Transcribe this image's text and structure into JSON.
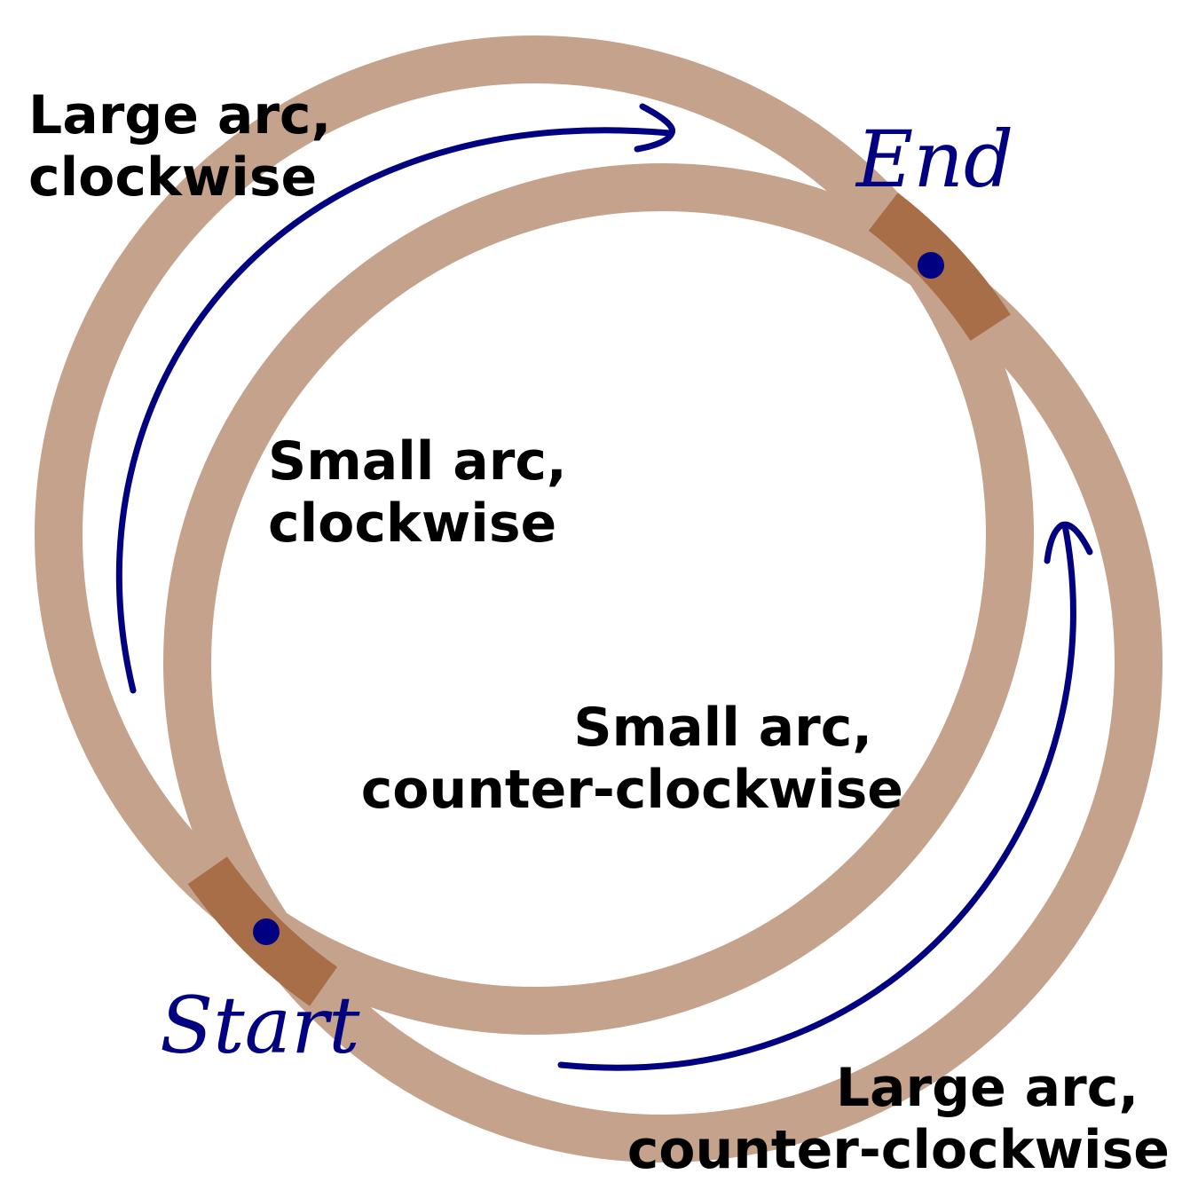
{
  "colors": {
    "ring": "#c4a28b",
    "ring_overlap": "#a86e48",
    "arrow": "#000080",
    "text": "#000000",
    "point_label": "#000080"
  },
  "points": {
    "start": {
      "label": "Start"
    },
    "end": {
      "label": "End"
    }
  },
  "labels": {
    "large_cw": [
      "Large arc,",
      "clockwise"
    ],
    "small_cw": [
      "Small arc,",
      "clockwise"
    ],
    "small_ccw": [
      "Small arc,",
      "counter-clockwise"
    ],
    "large_ccw": [
      "Large arc,",
      "counter-clockwise"
    ]
  }
}
